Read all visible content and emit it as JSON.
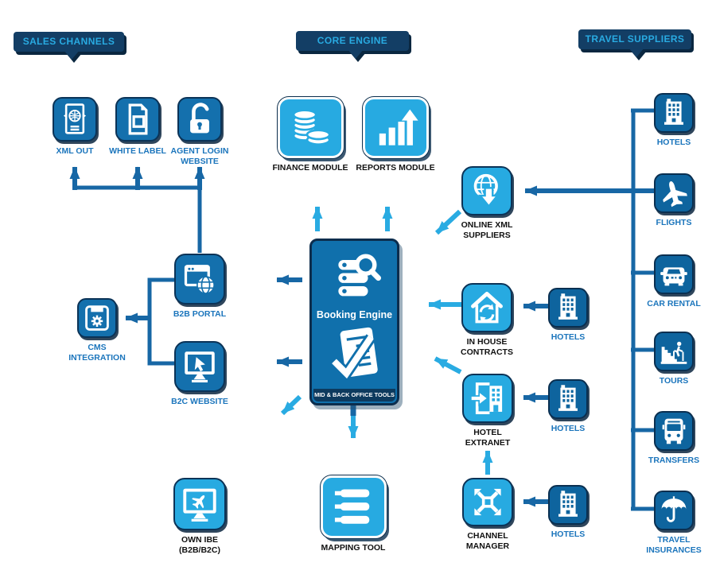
{
  "banners": {
    "sales": "SALES CHANNELS",
    "core": "CORE ENGINE",
    "suppliers": "TRAVEL SUPPLIERS"
  },
  "booking": {
    "title": "Booking Engine",
    "subtitle": "MID & BACK OFFICE TOOLS",
    "icons": [
      "server-search-icon",
      "checklist-document-icon"
    ]
  },
  "nodes": {
    "xml_out": {
      "label": "XML OUT",
      "icon": "xml-document-globe-icon"
    },
    "white_label": {
      "label": "WHITE LABEL",
      "icon": "blank-page-icon"
    },
    "agent_login": {
      "label": "AGENT LOGIN\nWEBSITE",
      "icon": "open-padlock-icon"
    },
    "b2b_portal": {
      "label": "B2B PORTAL",
      "icon": "browser-globe-icon"
    },
    "cms": {
      "label": "CMS\nINTEGRATION",
      "icon": "module-gear-icon"
    },
    "b2c": {
      "label": "B2C WEBSITE",
      "icon": "monitor-cursor-icon"
    },
    "own_ibe": {
      "label": "OWN IBE\n(B2B/B2C)",
      "icon": "monitor-plane-icon"
    },
    "finance": {
      "label": "FINANCE MODULE",
      "icon": "coin-stacks-icon"
    },
    "reports": {
      "label": "REPORTS MODULE",
      "icon": "bar-chart-arrow-icon"
    },
    "mapping": {
      "label": "MAPPING TOOL",
      "icon": "list-lines-icon"
    },
    "online_xml": {
      "label": "ONLINE XML\nSUPPLIERS",
      "icon": "globe-download-icon"
    },
    "in_house": {
      "label": "IN HOUSE\nCONTRACTS",
      "icon": "house-refresh-icon"
    },
    "hotel_extranet": {
      "label": "HOTEL\nEXTRANET",
      "icon": "building-login-icon"
    },
    "channel_manager": {
      "label": "CHANNEL\nMANAGER",
      "icon": "hub-arrows-icon"
    },
    "hotels_a": {
      "label": "HOTELS",
      "icon": "hotel-building-icon"
    },
    "hotels_b": {
      "label": "HOTELS",
      "icon": "hotel-building-icon"
    },
    "hotels_c": {
      "label": "HOTELS",
      "icon": "hotel-building-icon"
    },
    "sup_hotels": {
      "label": "HOTELS",
      "icon": "hotel-building-icon"
    },
    "sup_flights": {
      "label": "FLIGHTS",
      "icon": "airplane-icon"
    },
    "sup_car": {
      "label": "CAR RENTAL",
      "icon": "car-icon"
    },
    "sup_tours": {
      "label": "TOURS",
      "icon": "hiker-icon"
    },
    "sup_transfers": {
      "label": "TRANSFERS",
      "icon": "bus-icon"
    },
    "sup_insurance": {
      "label": "TRAVEL\nINSURANCES",
      "icon": "umbrella-icon"
    }
  },
  "colors": {
    "navy": "#133e65",
    "medium_blue": "#1470ad",
    "supplier_blue": "#0e649e",
    "light_blue": "#29abe2",
    "label_blue": "#1b75bc",
    "label_black": "#111111",
    "line_dark": "#1767a5",
    "line_light": "#29abe2"
  }
}
